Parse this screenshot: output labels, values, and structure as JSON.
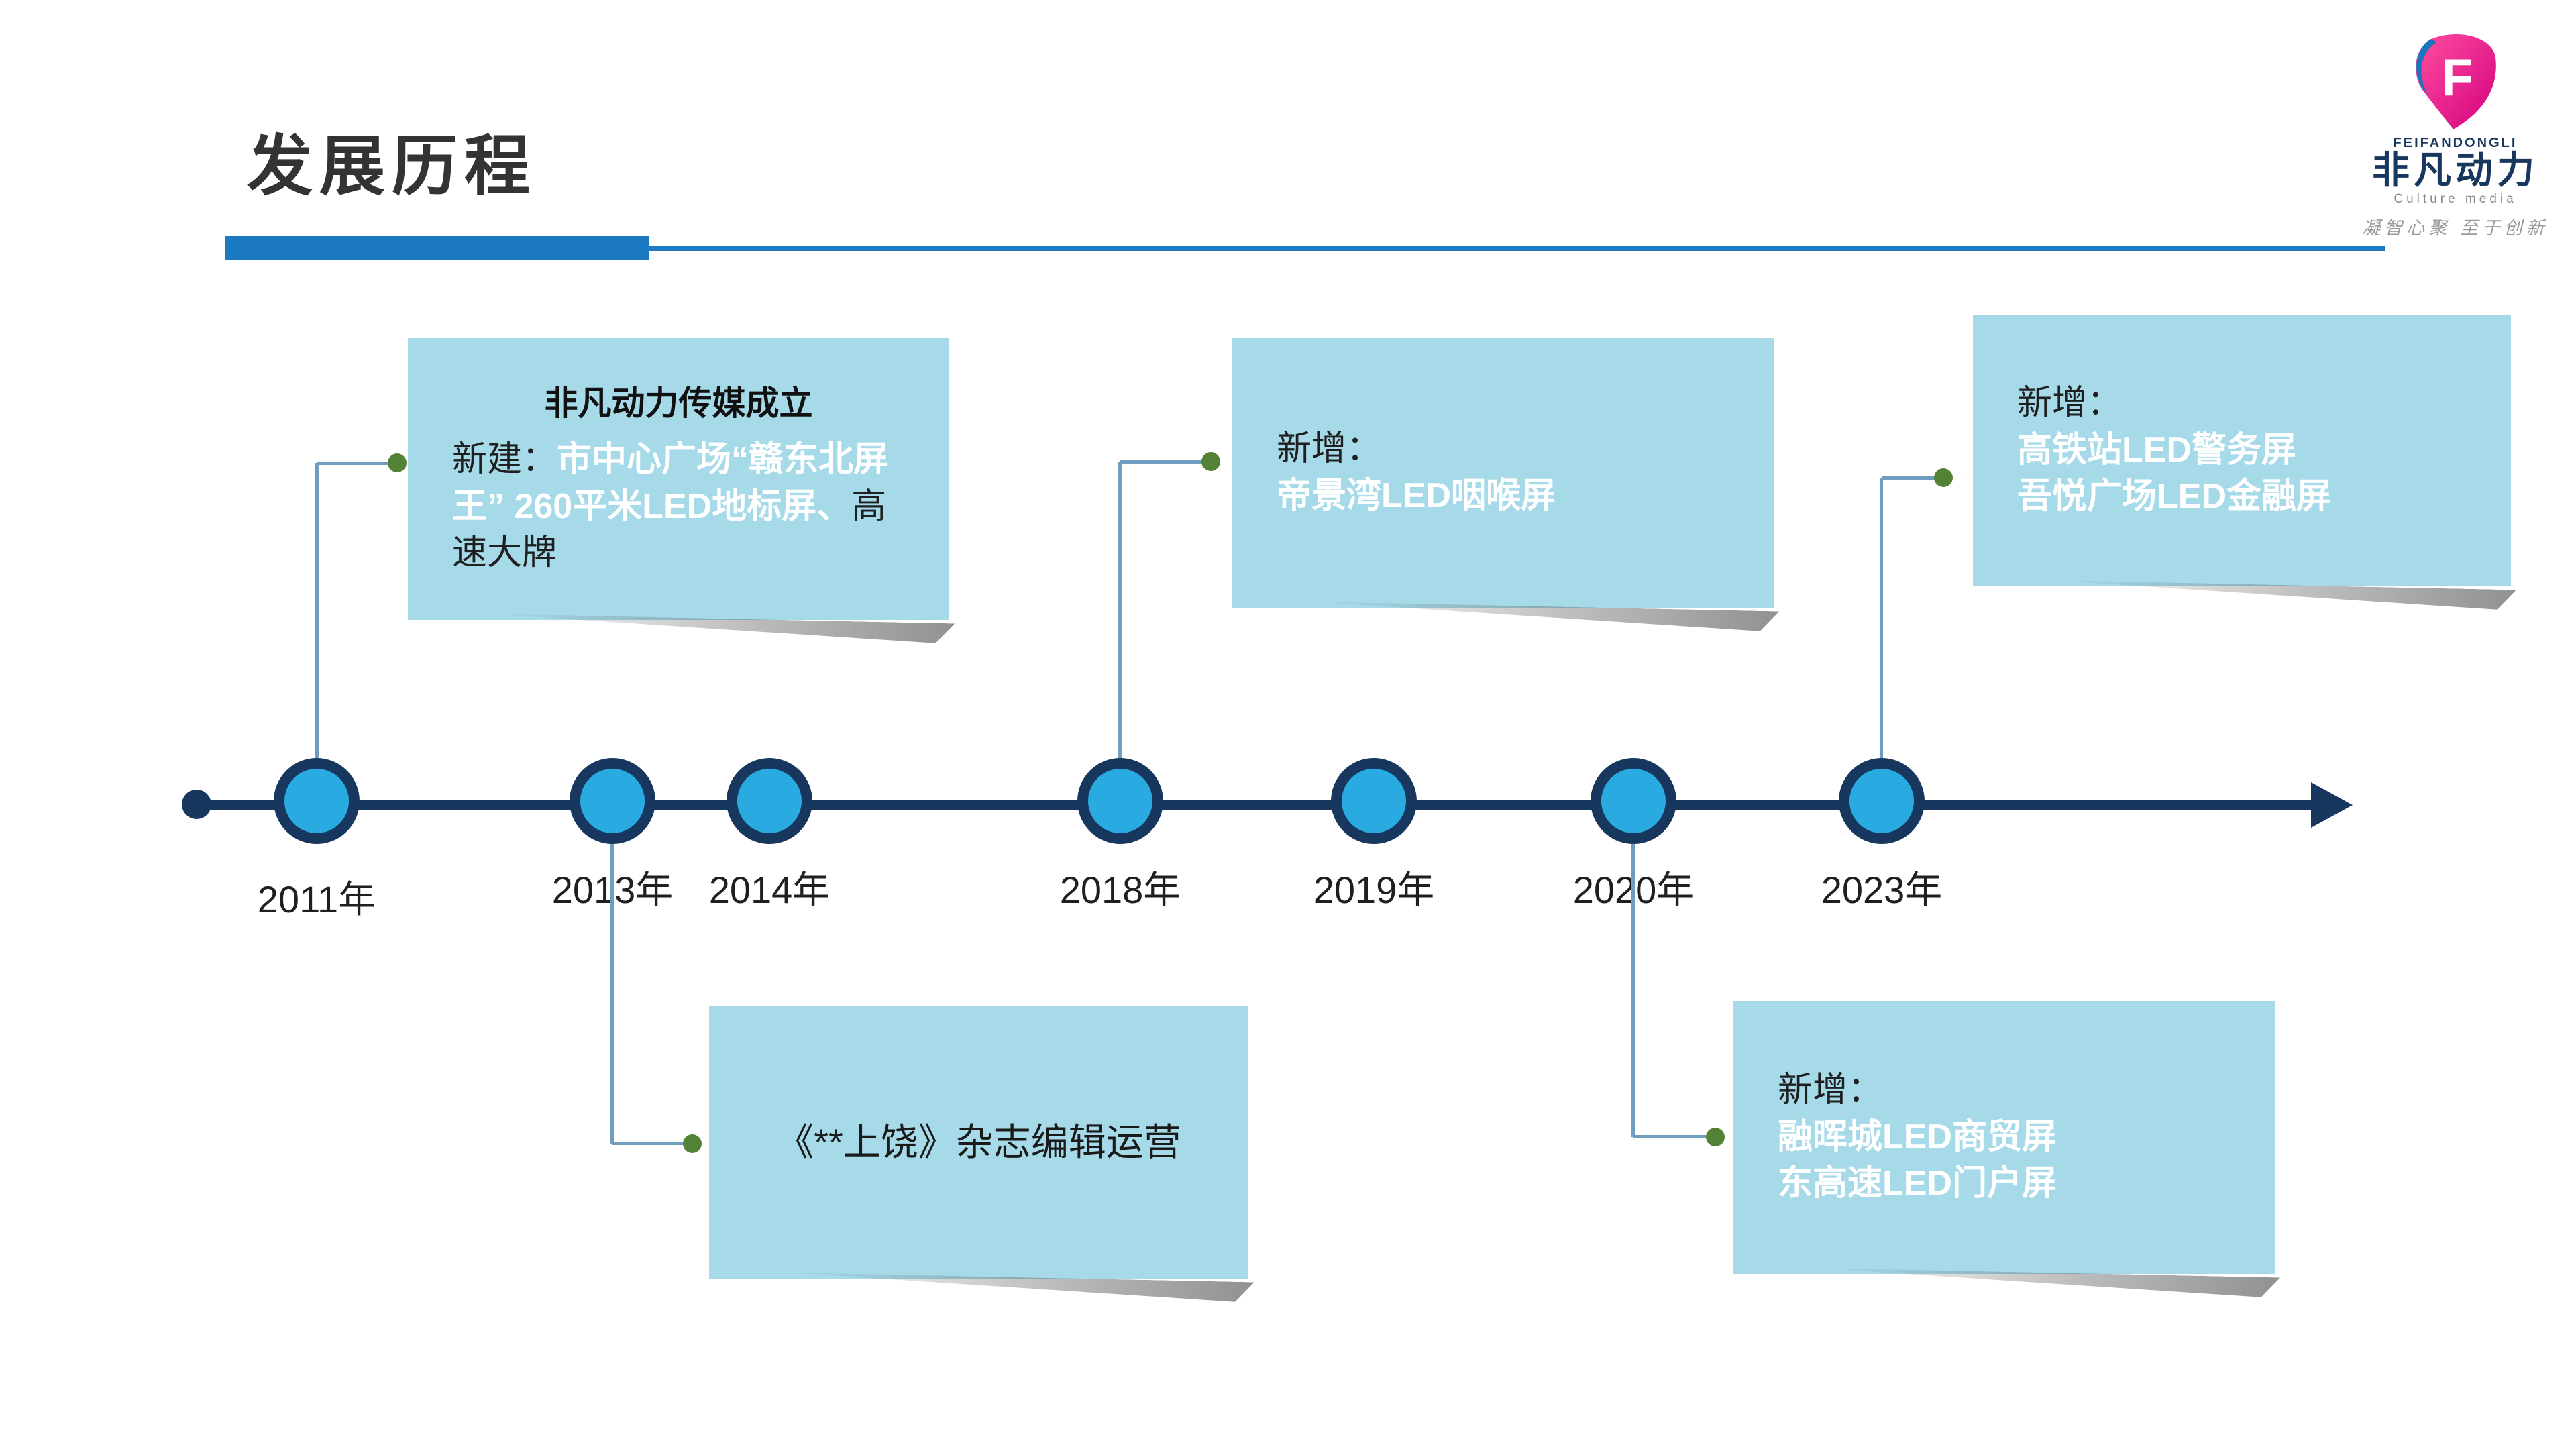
{
  "page": {
    "title": "发展历程",
    "logo": {
      "monogram": "F",
      "brand_en": "FEIFANDONGLI",
      "brand_cn": "非凡动力",
      "subtitle": "Culture media",
      "tagline": "凝智心聚 至于创新"
    },
    "timeline": {
      "years": [
        "2011年",
        "2013年",
        "2014年",
        "2018年",
        "2019年",
        "2020年",
        "2023年"
      ]
    },
    "callouts": {
      "c2011": {
        "title": "非凡动力传媒成立",
        "seg_label": "新建：",
        "seg_highlight": "市中心广场“赣东北屏王” 260平米LED地标屏、",
        "seg_tail": "高速大牌"
      },
      "c2013": {
        "text": "《**上饶》杂志编辑运营"
      },
      "c2018": {
        "label": "新增：",
        "line1": "帝景湾LED咽喉屏"
      },
      "c2020": {
        "label": "新增：",
        "line1": "融晖城LED商贸屏",
        "line2": "东高速LED门户屏"
      },
      "c2023": {
        "label": "新增：",
        "line1": "高铁站LED警务屏",
        "line2": "吾悦广场LED金融屏"
      }
    },
    "colors": {
      "accent_blue": "#1b7ac2",
      "timeline_navy": "#17375e",
      "node_fill": "#29abe2",
      "callout_bg": "#a6dae9",
      "connector": "#6f9dbf",
      "dot_green": "#538135",
      "logo_pink": "#e6007e"
    }
  }
}
